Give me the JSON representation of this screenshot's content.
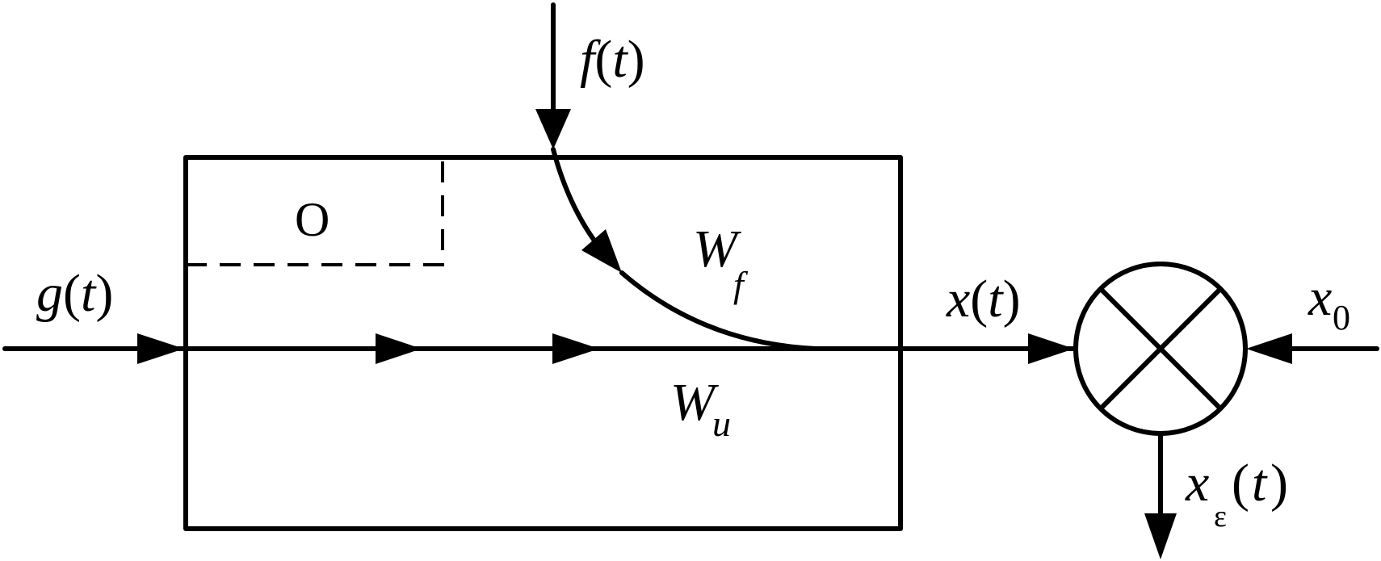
{
  "labels": {
    "f_main": "f",
    "f_open": "(",
    "f_arg": "t",
    "f_close": ")",
    "g_main": "g",
    "g_open": "(",
    "g_arg": "t",
    "g_close": ")",
    "x_main": "x",
    "x_open": "(",
    "x_arg": "t",
    "x_close": ")",
    "x0_main": "x",
    "x0_sub": "0",
    "xe_main": "x",
    "xe_sub": "ε",
    "xe_open": "(",
    "xe_arg": "t",
    "xe_close": ")",
    "wf_main": "W",
    "wf_sub": "f",
    "wu_main": "W",
    "wu_sub": "u",
    "block_o": "O"
  }
}
